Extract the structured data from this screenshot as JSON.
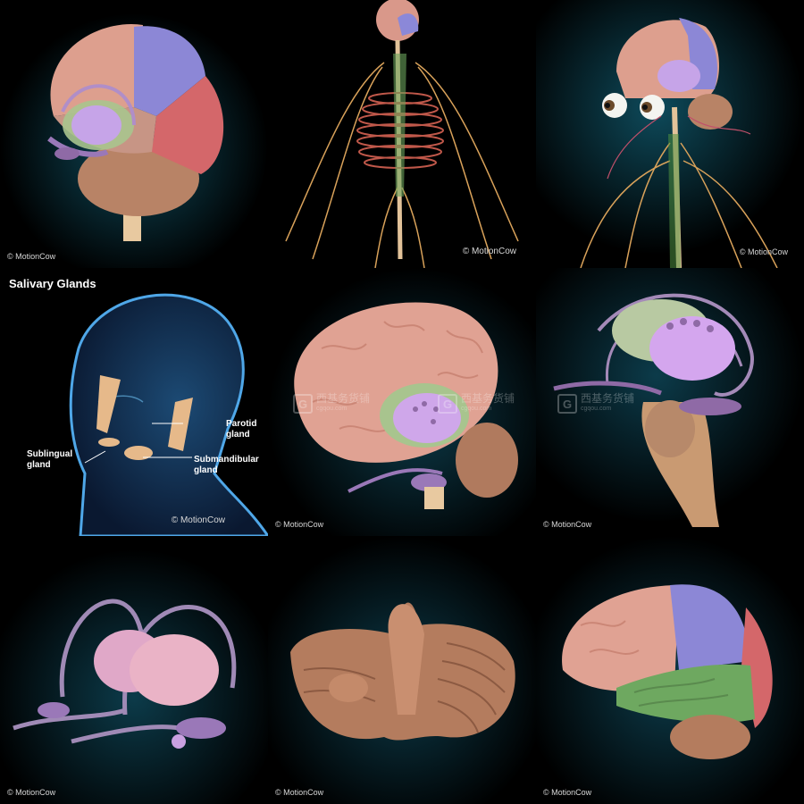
{
  "credits": {
    "t1": "© MotionCow",
    "t2": "© MotionCow",
    "t3": "© MotionCow",
    "t4": "© MotionCow",
    "t5": "© MotionCow",
    "t6": "© MotionCow",
    "t7": "© MotionCow",
    "t8": "© MotionCow",
    "t9": "© MotionCow"
  },
  "watermark": {
    "letter": "G",
    "cn": "西基务货铺",
    "url": "cgqou.com"
  },
  "salivary": {
    "title": "Salivary Glands",
    "parotid": "Parotid\ngland",
    "sublingual": "Sublingual\ngland",
    "submandibular": "Submandibular\ngland"
  },
  "colors": {
    "background": "#000000",
    "glow": "#0a3a4a",
    "frontal_pink": "#d9988a",
    "parietal_blue": "#8b88d8",
    "occipital_red": "#d46a6a",
    "temporal_green": "#6aa45c",
    "cerebellum_brown": "#b07a5e",
    "limbic_violet": "#c9a0e0",
    "nerve_orange": "#d9a25a",
    "body_blue": "#2f7fc4"
  }
}
